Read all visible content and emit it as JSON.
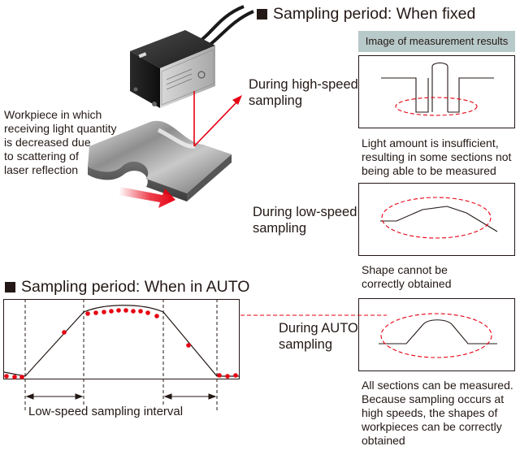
{
  "fixed_section": {
    "title": "Sampling period: When fixed",
    "results_header": "Image of measurement results"
  },
  "workpiece_note": {
    "lines": [
      "Workpiece in which",
      "receiving light quantity",
      "is decreased due",
      "to scattering of",
      "laser reflection"
    ]
  },
  "high_speed": {
    "label_lines": [
      "During high-speed",
      "sampling"
    ],
    "note_lines": [
      "Light amount is insufficient,",
      "resulting in some sections not",
      "being able to be measured"
    ]
  },
  "low_speed": {
    "label_lines": [
      "During low-speed",
      "sampling"
    ],
    "note_lines": [
      "Shape cannot be",
      "correctly obtained"
    ]
  },
  "auto_section": {
    "title": "Sampling period: When in AUTO",
    "interval_label": "Low-speed sampling interval",
    "label_lines": [
      "During AUTO",
      "sampling"
    ],
    "note_lines": [
      "All sections can be measured.",
      "Because sampling occurs at",
      "high speeds, the shapes of",
      "workpieces can be correctly",
      "obtained"
    ]
  },
  "colors": {
    "accent_red": "#e60012",
    "header_fill": "#b7c9c8",
    "ink": "#231815"
  }
}
